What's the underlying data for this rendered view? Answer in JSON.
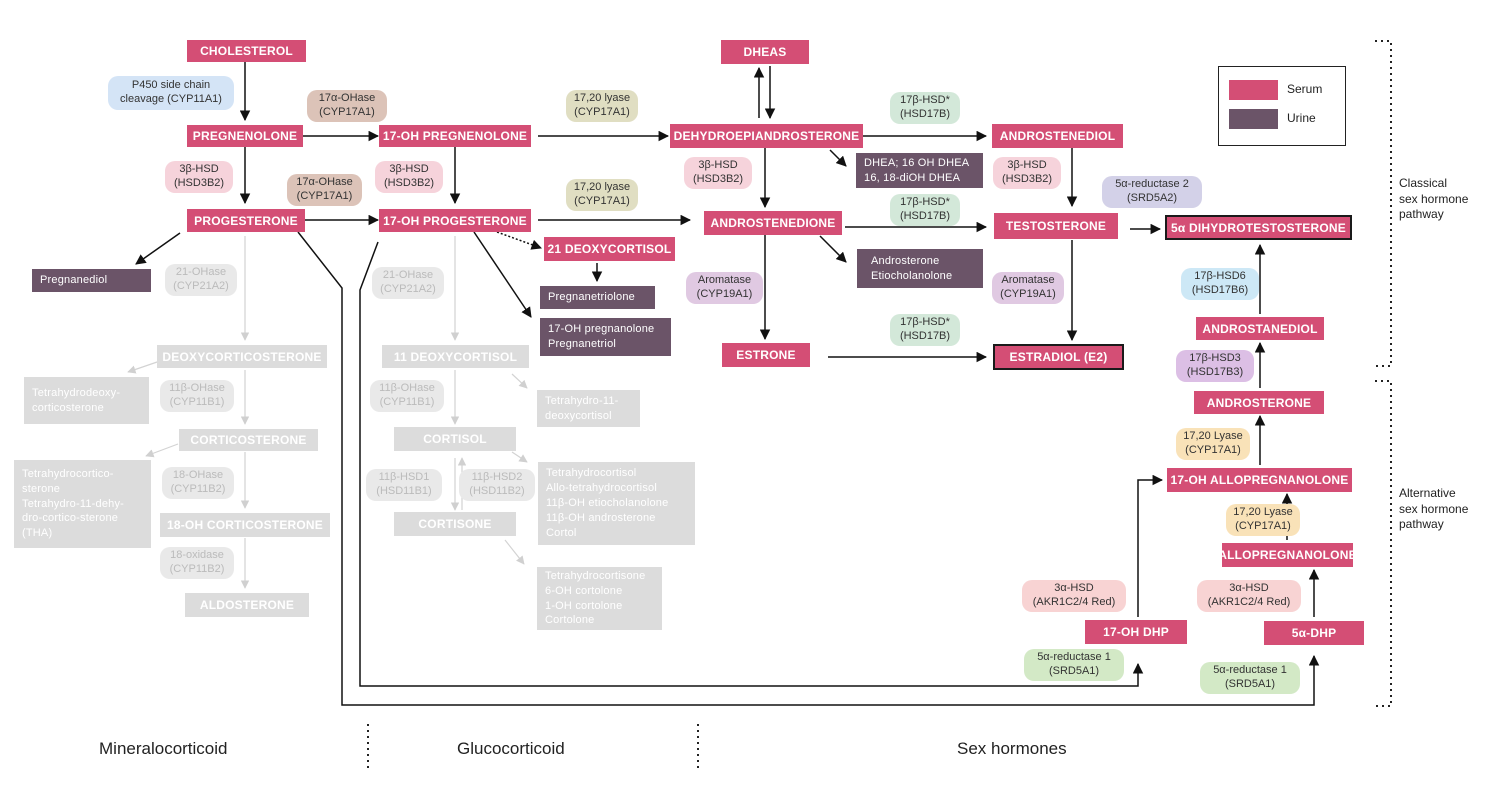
{
  "diagram": {
    "nodes": {
      "cholesterol": "CHOLESTEROL",
      "pregnenolone": "PREGNENOLONE",
      "oh17_pregnenolone": "17-OH PREGNENOLONE",
      "progesterone": "PROGESTERONE",
      "oh17_progesterone": "17-OH PROGESTERONE",
      "dheas": "DHEAS",
      "dehydroepiandrosterone": "DEHYDROEPIANDROSTERONE",
      "androstenedione": "ANDROSTENEDIONE",
      "estrone": "ESTRONE",
      "androstenediol": "ANDROSTENEDIOL",
      "testosterone": "TESTOSTERONE",
      "estradiol": "ESTRADIOL (E2)",
      "dihydrotestosterone": "5α DIHYDROTESTOSTERONE",
      "deoxycortisol21": "21 DEOXYCORTISOL",
      "androstanediol": "ANDROSTANEDIOL",
      "androsterone": "ANDROSTERONE",
      "oh17_allopregnanolone": "17-OH ALLOPREGNANOLONE",
      "allopregnanolone": "ALLOPREGNANOLONE",
      "oh17_dhp": "17-OH DHP",
      "dhp5a": "5α-DHP"
    },
    "urine": {
      "pregnanediol": "Pregnanediol",
      "pregnanetriolone": "Pregnanetriolone",
      "pregnanetriol": "17-OH pregnanolone\nPregnanetriol",
      "dhea_metabolites": "DHEA; 16 OH DHEA\n16, 18-diOH DHEA",
      "androsterone_etio": "Androsterone\nEtiocholanolone"
    },
    "gray_nodes": {
      "deoxycorticosterone": "DEOXYCORTICOSTERONE",
      "corticosterone": "CORTICOSTERONE",
      "oh18_corticosterone": "18-OH CORTICOSTERONE",
      "aldosterone": "ALDOSTERONE",
      "deoxycortisol11": "11 DEOXYCORTISOL",
      "cortisol": "CORTISOL",
      "cortisone": "CORTISONE",
      "tetrahydrodeoxy": "Tetrahydrodeoxy-\ncorticosterone",
      "tetrahydrocortico": "Tetrahydrocortico-\nsterone\nTetrahydro-11-dehy-\ndro-cortico-sterone\n(THA)",
      "tetrahydro11deoxy": "Tetrahydro-11-\ndeoxycortisol",
      "tetrahydrocortisol": "Tetrahydrocortisol\nAllo-tetrahydrocortisol\n11β-OH etiocholanolone\n11β-OH androsterone\nCortol",
      "tetrahydrocortisone": "Tetrahydrocortisone\n6-OH cortolone\n1-OH cortolone\nCortolone"
    },
    "enzymes": {
      "p450scc": "P450 side chain\ncleavage (CYP11A1)",
      "oh17ase_1": "17α-OHase\n(CYP17A1)",
      "oh17ase_2": "17α-OHase\n(CYP17A1)",
      "hsd3b_1": "3β-HSD\n(HSD3B2)",
      "hsd3b_2": "3β-HSD\n(HSD3B2)",
      "hsd3b_3": "3β-HSD\n(HSD3B2)",
      "hsd3b_4": "3β-HSD\n(HSD3B2)",
      "lyase_1": "17,20 lyase\n(CYP17A1)",
      "lyase_2": "17,20 lyase\n(CYP17A1)",
      "hsd17b_1": "17β-HSD*\n(HSD17B)",
      "hsd17b_2": "17β-HSD*\n(HSD17B)",
      "hsd17b_3": "17β-HSD*\n(HSD17B)",
      "reductase2": "5α-reductase 2\n(SRD5A2)",
      "aromatase_1": "Aromatase\n(CYP19A1)",
      "aromatase_2": "Aromatase\n(CYP19A1)",
      "hsd17b6": "17β-HSD6\n(HSD17B6)",
      "hsd17b3": "17β-HSD3\n(HSD17B3)",
      "lyase_alt_1": "17,20 Lyase\n(CYP17A1)",
      "lyase_alt_2": "17,20 Lyase\n(CYP17A1)",
      "ahsd_1": "3α-HSD\n(AKR1C2/4 Red)",
      "ahsd_2": "3α-HSD\n(AKR1C2/4 Red)",
      "reductase1_1": "5α-reductase 1\n(SRD5A1)",
      "reductase1_2": "5α-reductase 1\n(SRD5A1)",
      "ohase21_1": "21-OHase\n(CYP21A2)",
      "ohase21_2": "21-OHase\n(CYP21A2)",
      "ohase11b_1": "11β-OHase\n(CYP11B1)",
      "ohase11b_2": "11β-OHase\n(CYP11B1)",
      "ohase18": "18-OHase\n(CYP11B2)",
      "oxidase18": "18-oxidase\n(CYP11B2)",
      "hsd11b1": "11β-HSD1\n(HSD11B1)",
      "hsd11b2": "11β-HSD2\n(HSD11B2)"
    },
    "legend": {
      "serum": "Serum",
      "urine": "Urine"
    },
    "sections": {
      "mineralocorticoid": "Mineralocorticoid",
      "glucocorticoid": "Glucocorticoid",
      "sex_hormones": "Sex hormones"
    },
    "pathways": {
      "classical": "Classical\nsex hormone\npathway",
      "alternative": "Alternative\nsex hormone\npathway"
    }
  },
  "colors": {
    "serum": "#d44e75",
    "urine": "#6b5468",
    "inactive": "#dcdcdc"
  }
}
